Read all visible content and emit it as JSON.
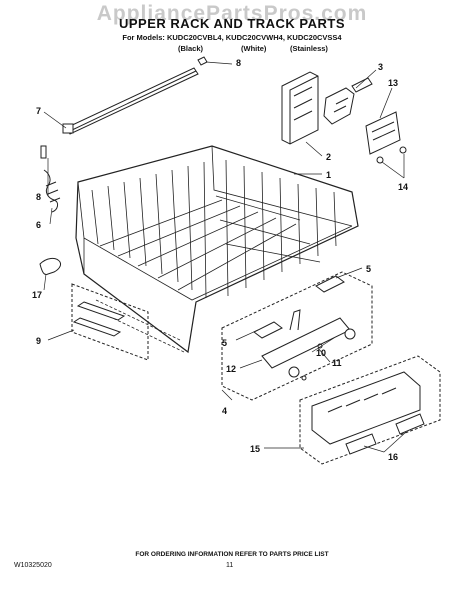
{
  "watermark": "AppliancePartsPros.com",
  "title": "UPPER RACK AND TRACK PARTS",
  "models_line": "For Models: KUDC20CVBL4, KUDC20CVWH4, KUDC20CVSS4",
  "variants": [
    "(Black)",
    "(White)",
    "(Stainless)"
  ],
  "callouts": [
    "8",
    "7",
    "3",
    "13",
    "2",
    "1",
    "8",
    "6",
    "14",
    "17",
    "5",
    "9",
    "5",
    "10",
    "11",
    "12",
    "4",
    "15",
    "16"
  ],
  "footer": "FOR ORDERING INFORMATION REFER TO PARTS PRICE LIST",
  "doc_number": "W10325020",
  "page_number": "11",
  "colors": {
    "ink": "#111111",
    "watermark": "#c9c9c9",
    "background": "#ffffff"
  }
}
